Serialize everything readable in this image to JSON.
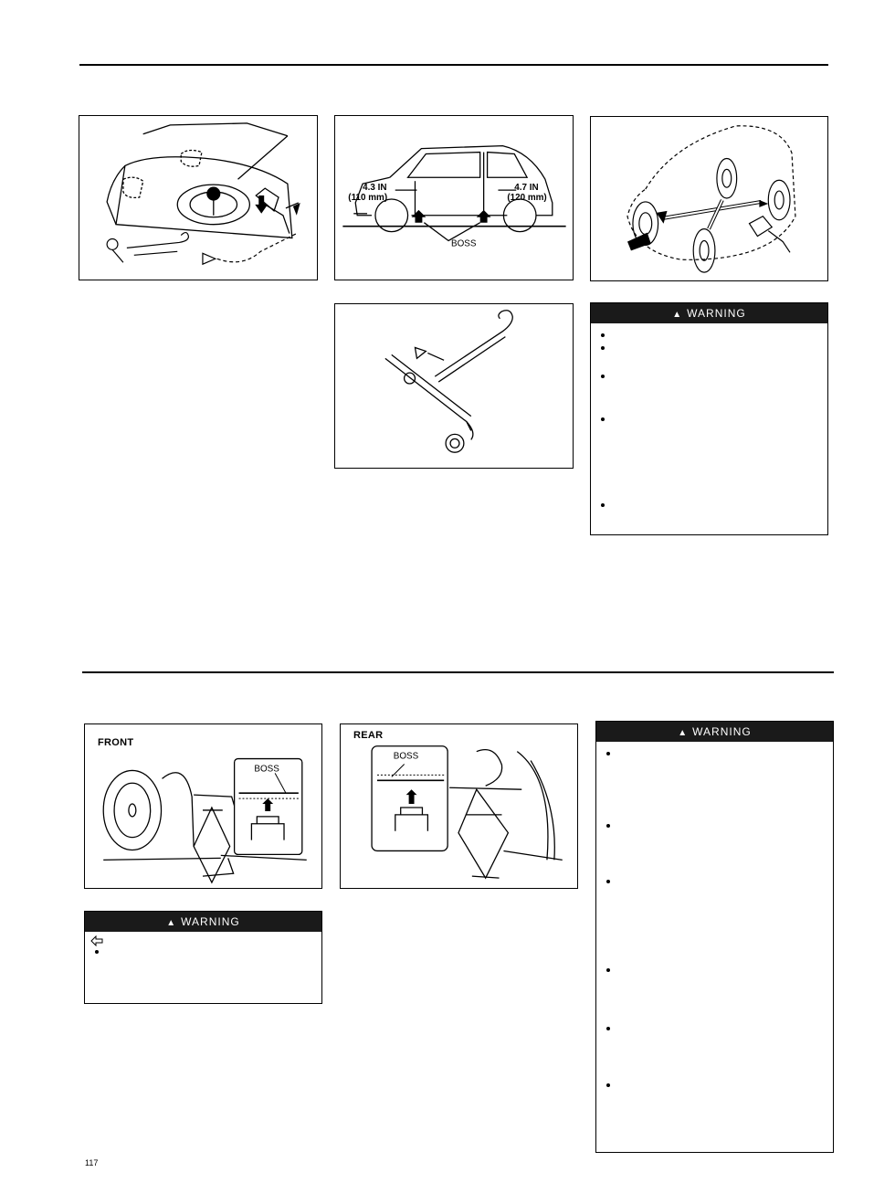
{
  "page_number": "117",
  "figures": {
    "spare_tire_area": {},
    "jack_points": {
      "front_dim_in": "4.3 IN",
      "front_dim_mm": "(110 mm)",
      "rear_dim_in": "4.7 IN",
      "rear_dim_mm": "(120 mm)",
      "boss_label": "BOSS"
    },
    "wheel_chock": {},
    "jack_handle": {},
    "front_jack": {
      "label": "FRONT",
      "boss_label": "BOSS"
    },
    "rear_jack": {
      "label": "REAR",
      "boss_label": "BOSS"
    }
  },
  "warnings": {
    "top": {
      "title": "WARNING",
      "icon": "warning-triangle-icon"
    },
    "bottom_left": {
      "title": "WARNING",
      "icon": "warning-triangle-icon"
    },
    "bottom_right": {
      "title": "WARNING",
      "icon": "warning-triangle-icon"
    }
  }
}
